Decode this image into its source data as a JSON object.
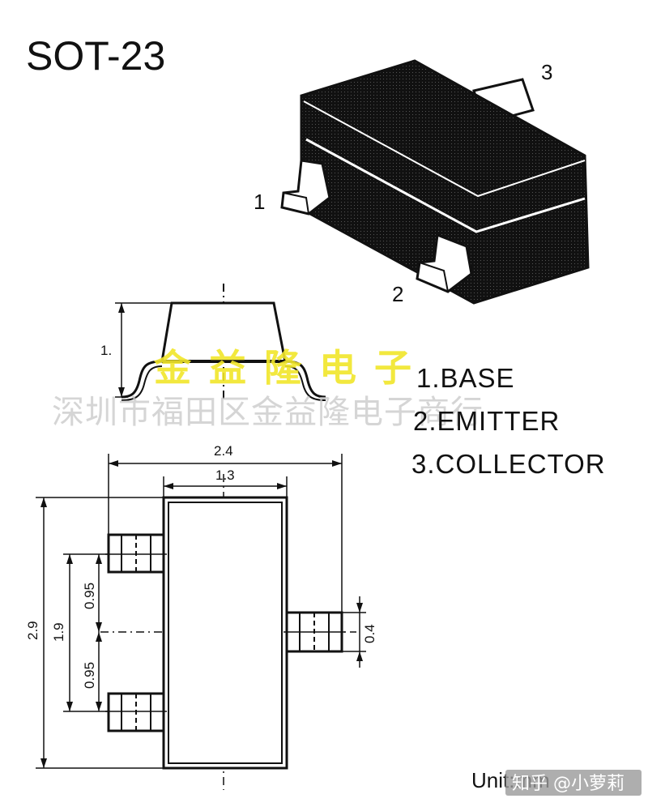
{
  "title": "SOT-23",
  "pins": [
    {
      "number": "1",
      "name": "BASE",
      "legend": "1.BASE"
    },
    {
      "number": "2",
      "name": "EMITTER",
      "legend": "2.EMITTER"
    },
    {
      "number": "3",
      "name": "COLLECTOR",
      "legend": "3.COLLECTOR"
    }
  ],
  "side_view": {
    "height_label": "1."
  },
  "dimensions": {
    "overall_width": "2.4",
    "body_width": "1.3",
    "overall_length": "2.9",
    "pin_span": "1.9",
    "pitch_upper": "0.95",
    "pitch_lower": "0.95",
    "lead_width": "0.4"
  },
  "unit_label": "Unit:mm",
  "watermarks": {
    "yellow": "金益隆电子",
    "gray": "深圳市福田区金益隆电子商行",
    "credit": "知乎 @小萝莉"
  },
  "colors": {
    "package_body": "#111111",
    "line": "#111111",
    "watermark_yellow": "#f1e62a",
    "watermark_gray": "#c8c8c8"
  }
}
